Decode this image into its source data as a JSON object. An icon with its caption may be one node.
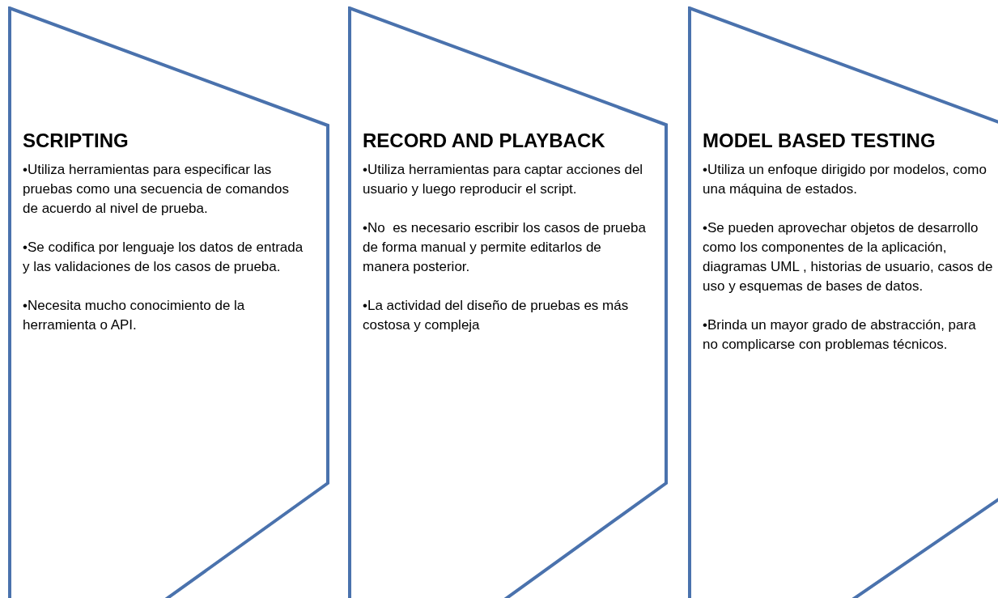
{
  "diagram": {
    "nodes": [
      {
        "text": [
          "SCRIPTING",
          "•Utiliza herramientas para especificar las pruebas como una secuencia de comandos de acuerdo al nivel de prueba.",
          "•Se codifica por lenguaje los datos de entrada y las validaciones de los casos de prueba.",
          "•Necesita mucho conocimiento de la herramienta o API."
        ]
      },
      {
        "text": [
          "RECORD AND PLAYBACK",
          "•Utiliza herramientas para captar acciones del usuario y luego reproducir el script.",
          "•No  es necesario escribir los casos de prueba de forma manual y permite editarlos de manera posterior.",
          "•La actividad del diseño de pruebas es más costosa y compleja"
        ]
      },
      {
        "text": [
          "MODEL BASED TESTING",
          "•Utiliza un enfoque dirigido por modelos, como una máquina de estados.",
          "•Se pueden aprovechar objetos de desarrollo como los componentes de la aplicación, diagramas UML , historias de usuario, casos de uso y esquemas de bases de datos.",
          "•Brinda un mayor grado de abstracción, para no complicarse con problemas técnicos."
        ]
      }
    ]
  }
}
